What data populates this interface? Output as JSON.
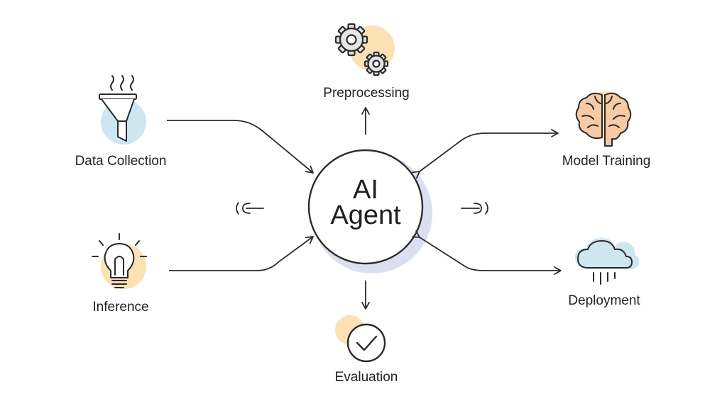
{
  "hub": {
    "line1": "AI",
    "line2": "Agent"
  },
  "nodes": {
    "preprocessing": {
      "label": "Preprocessing",
      "icon": "gears-icon"
    },
    "data_collection": {
      "label": "Data Collection",
      "icon": "funnel-icon"
    },
    "model_training": {
      "label": "Model Training",
      "icon": "brain-icon"
    },
    "inference": {
      "label": "Inference",
      "icon": "lightbulb-icon"
    },
    "deployment": {
      "label": "Deployment",
      "icon": "cloud-rain-icon"
    },
    "evaluation": {
      "label": "Evaluation",
      "icon": "check-circle-icon"
    }
  },
  "colors": {
    "stroke": "#2b2b2b",
    "blue_accent": "#cde6ef",
    "orange_accent": "#fbe1b4",
    "hub_shadow": "#dcdff0"
  }
}
